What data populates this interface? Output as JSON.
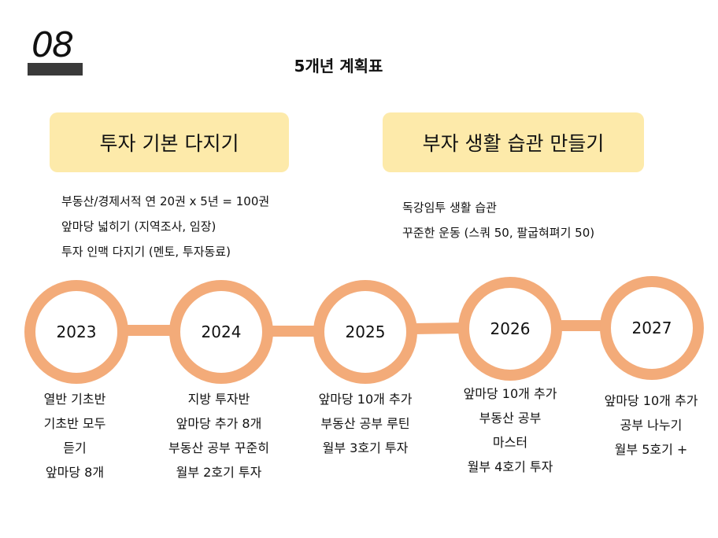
{
  "slide": {
    "number": "08",
    "title": "5개년 계획표"
  },
  "goals": {
    "left": {
      "title": "투자 기본 다지기",
      "items": [
        "부동산/경제서적 연 20권 x 5년 = 100권",
        "앞마당 넓히기 (지역조사, 임장)",
        "투자 인맥 다지기 (멘토, 투자동료)"
      ]
    },
    "right": {
      "title": "부자 생활 습관 만들기",
      "items": [
        "독강임투 생활 습관",
        "꾸준한 운동 (스쿼 50, 팔굽혀펴기 50)"
      ]
    }
  },
  "timeline": {
    "colors": {
      "ring": "#f3ab79",
      "box": "#fdeaaa"
    },
    "years": [
      {
        "year": "2023",
        "lines": [
          "열반 기초반",
          "기초반 모두",
          "듣기",
          "앞마당 8개"
        ]
      },
      {
        "year": "2024",
        "lines": [
          "지방 투자반",
          "앞마당 추가 8개",
          "부동산 공부 꾸준히",
          "월부 2호기 투자"
        ]
      },
      {
        "year": "2025",
        "lines": [
          "앞마당 10개 추가",
          "부동산 공부 루틴",
          "월부 3호기 투자"
        ]
      },
      {
        "year": "2026",
        "lines": [
          "앞마당 10개 추가",
          "부동산 공부",
          "마스터",
          "월부 4호기 투자"
        ]
      },
      {
        "year": "2027",
        "lines": [
          "앞마당 10개 추가",
          "공부 나누기",
          "월부 5호기 +"
        ]
      }
    ]
  }
}
